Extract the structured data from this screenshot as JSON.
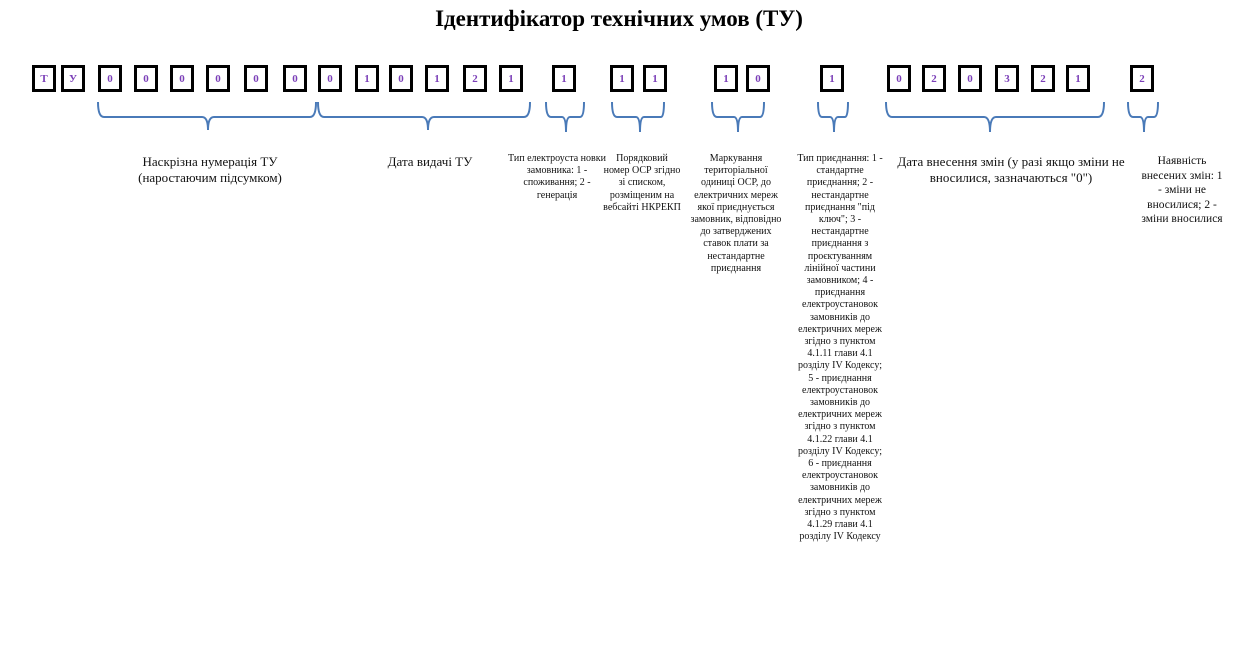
{
  "title": "Ідентифікатор технічних умов (ТУ)",
  "colors": {
    "digit": "#7b3fb8",
    "brace": "#4a7ab8",
    "box_border": "#000000"
  },
  "groups": [
    {
      "id": "prefix",
      "chars": [
        "Т",
        "У"
      ],
      "description": ""
    },
    {
      "id": "sequential-number",
      "chars": [
        "0",
        "0",
        "0",
        "0",
        "0",
        "0"
      ],
      "description": "Наскрізна нумерація ТУ (наростаючим підсумком)"
    },
    {
      "id": "issue-date",
      "chars": [
        "0",
        "1",
        "0",
        "1",
        "2",
        "1"
      ],
      "description": "Дата видачі ТУ"
    },
    {
      "id": "installation-type",
      "chars": [
        "1"
      ],
      "description": "Тип електроуста новки замовника: 1 - споживання; 2 - генерація"
    },
    {
      "id": "dso-number",
      "chars": [
        "1",
        "1"
      ],
      "description": "Порядковий номер ОСР згідно зі списком, розміщеним на вебсайті НКРЕКП"
    },
    {
      "id": "territorial-unit",
      "chars": [
        "1",
        "0"
      ],
      "description": "Маркування територіальної одиниці ОСР, до електричних мереж якої приєднується замовник, відповідно до затверджених ставок плати за нестандартне приєднання"
    },
    {
      "id": "connection-type",
      "chars": [
        "1"
      ],
      "description": "Тип приєднання: 1 - стандартне приєднання; 2 - нестандартне приєднання \"під ключ\"; 3 - нестандартне приєднання з проєктуванням лінійної частини замовником; 4 - приєднання електроустановок замовників до електричних мереж згідно з пунктом 4.1.11 глави 4.1 розділу IV Кодексу; 5 - приєднання електроустановок замовників до електричних мереж згідно з пунктом 4.1.22 глави 4.1 розділу IV Кодексу; 6 - приєднання електроустановок замовників до електричних мереж згідно з пунктом 4.1.29 глави 4.1 розділу IV Кодексу"
    },
    {
      "id": "change-date",
      "chars": [
        "0",
        "2",
        "0",
        "3",
        "2",
        "1"
      ],
      "description": "Дата внесення змін (у разі якщо зміни не вносилися, зазначаються \"0\")"
    },
    {
      "id": "changes-flag",
      "chars": [
        "2"
      ],
      "description": "Наявність внесених змін: 1 - зміни не вносилися; 2 - зміни вносилися"
    }
  ]
}
